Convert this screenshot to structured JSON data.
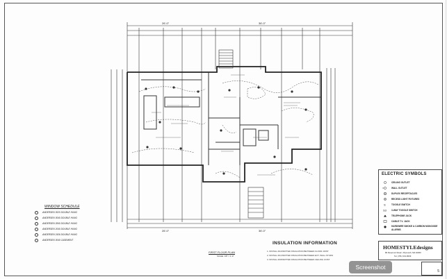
{
  "drawing": {
    "top_dims": [
      "26'-0\"",
      "36'-0\""
    ],
    "bottom_dims": [
      "26'-0\"",
      "36'-0\""
    ],
    "plan_caption": "FIRST FLOOR PLAN",
    "plan_scale": "SCALE: 1/8\" = 1'-0\""
  },
  "legend": {
    "title": "ELECTRIC SYMBOLS",
    "items": [
      {
        "label": "CEILING OUTLET"
      },
      {
        "label": "WALL OUTLET"
      },
      {
        "label": "DUPLEX RECEPTACLES"
      },
      {
        "label": "RECESS LIGHT FIXTURES"
      },
      {
        "label": "TOGGLE SWITCH"
      },
      {
        "label": "3-WAY TOGGLE SWITCH"
      },
      {
        "label": "TELEPHONE JACK"
      },
      {
        "label": "CABLE T.V. JACK"
      },
      {
        "label": "HARDWIRE SMOKE & CARBON MONOXIDE ALARMS"
      }
    ]
  },
  "insulation": {
    "title": "INSULATION INFORMATION",
    "lines": [
      "1.  INSTALL R19 BATTED INSULATION BETWEEN FLOOR JOIST",
      "2.  INSTALL R13 BATTED INSULATION BETWEEN EXT. WALL STUDS",
      "3.  INSTALL R38 BATTED INSULATION BETWEEN CEILING JOIST"
    ]
  },
  "title_block": {
    "brand": "HOMESTYLEdesigns",
    "address": "80 Reservoir Road • Plymouth, MA 02360",
    "tel": "Tel. (781) 331-8009"
  },
  "sheet": {
    "number": "5"
  },
  "schedule": {
    "title": "WINDOW SCHEDULE",
    "rows": [
      "ANDERSEN 3020 DOUBLE HUNG",
      "ANDERSEN 3040 DOUBLE HUNG",
      "ANDERSEN 2840 DOUBLE HUNG",
      "ANDERSEN 2040 DOUBLE HUNG",
      "ANDERSEN 2436 DOUBLE HUNG",
      "ANDERSEN 3040 CASEMENT"
    ]
  },
  "overlay": {
    "badge": "Screenshot"
  }
}
